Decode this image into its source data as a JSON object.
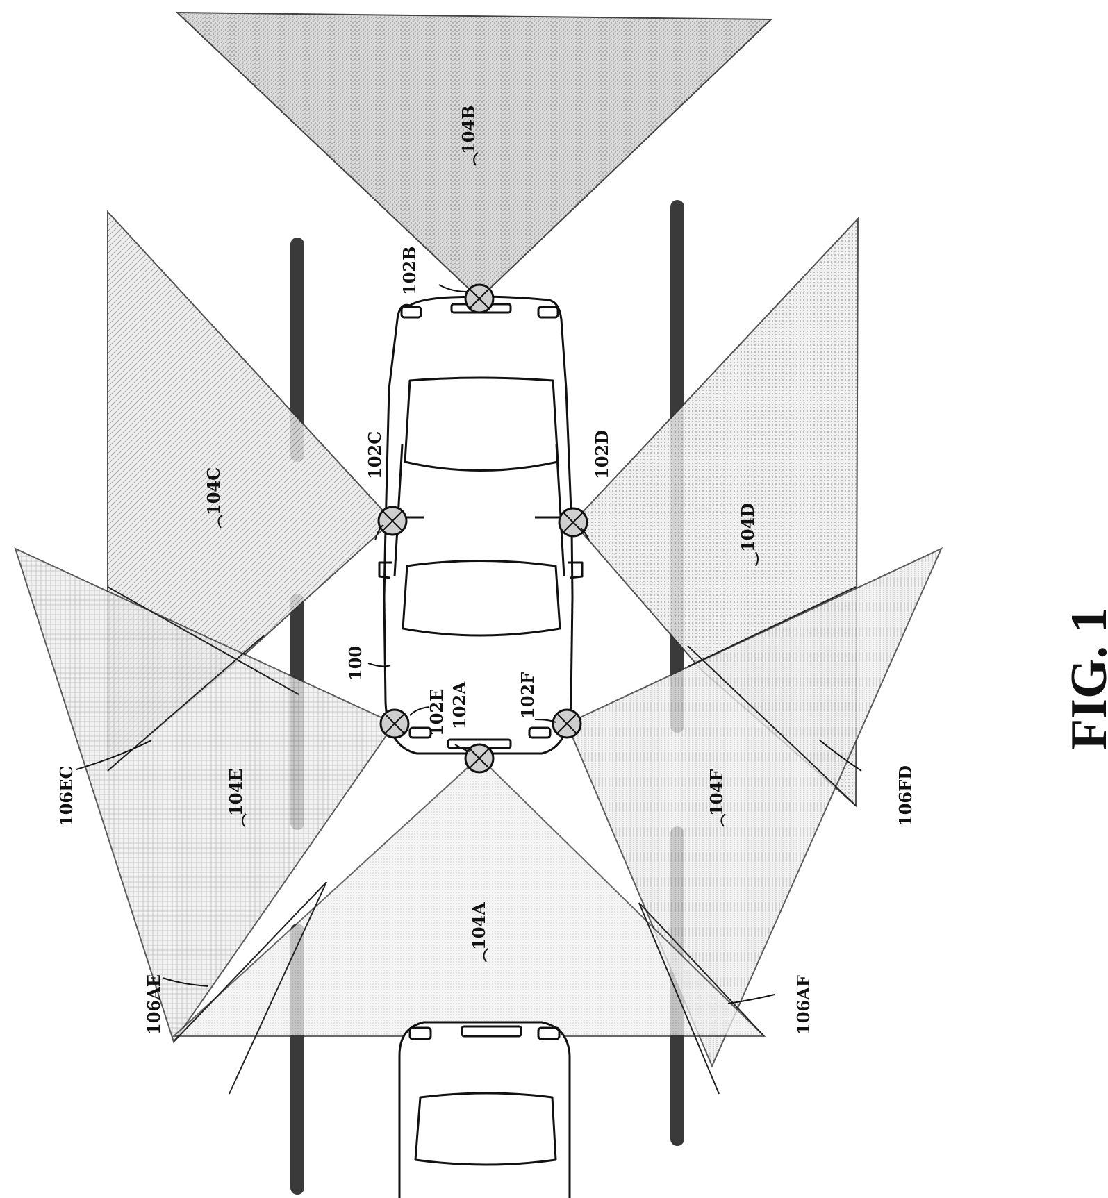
{
  "figure": {
    "caption": "FIG. 1",
    "colors": {
      "line": "#111111",
      "lane_dark": "#3a3a3a",
      "lane_shaded": "#8a8a8a",
      "stipple": "#777777",
      "sensor": "#cfcfcf",
      "background": "#ffffff"
    }
  },
  "labels": {
    "vehicle": "100",
    "sensor_102A": "102A",
    "sensor_102B": "102B",
    "sensor_102C": "102C",
    "sensor_102D": "102D",
    "sensor_102E": "102E",
    "sensor_102F": "102F",
    "field_104A": "104A",
    "field_104B": "104B",
    "field_104C": "104C",
    "field_104D": "104D",
    "field_104E": "104E",
    "field_104F": "104F",
    "overlap_106AE": "106AE",
    "overlap_106AF": "106AF",
    "overlap_106EC": "106EC",
    "overlap_106FD": "106FD"
  },
  "icons": {
    "sensor": "crosshair-circle-icon"
  }
}
